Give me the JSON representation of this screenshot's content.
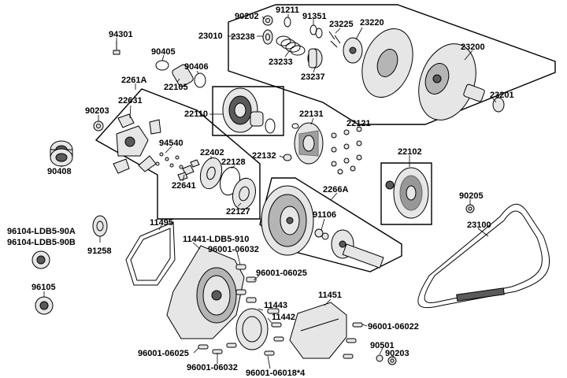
{
  "part_labels": [
    {
      "id": "p90202",
      "text": "90202"
    },
    {
      "id": "p91211",
      "text": "91211"
    },
    {
      "id": "p91351",
      "text": "91351"
    },
    {
      "id": "p23225",
      "text": "23225"
    },
    {
      "id": "p23220",
      "text": "23220"
    },
    {
      "id": "p23010",
      "text": "23010"
    },
    {
      "id": "p23238",
      "text": "23238"
    },
    {
      "id": "p23233",
      "text": "23233"
    },
    {
      "id": "p23237",
      "text": "23237"
    },
    {
      "id": "p23200",
      "text": "23200"
    },
    {
      "id": "p23201",
      "text": "23201"
    },
    {
      "id": "p94301",
      "text": "94301"
    },
    {
      "id": "p90405",
      "text": "90405"
    },
    {
      "id": "p90406",
      "text": "90406"
    },
    {
      "id": "p22105",
      "text": "22105"
    },
    {
      "id": "p2261A",
      "text": "2261A"
    },
    {
      "id": "p22631",
      "text": "22631"
    },
    {
      "id": "p90203a",
      "text": "90203"
    },
    {
      "id": "p22110",
      "text": "22110"
    },
    {
      "id": "p22131",
      "text": "22131"
    },
    {
      "id": "p22121",
      "text": "22121"
    },
    {
      "id": "p94540",
      "text": "94540"
    },
    {
      "id": "p22402",
      "text": "22402"
    },
    {
      "id": "p22128",
      "text": "22128"
    },
    {
      "id": "p22132",
      "text": "22132"
    },
    {
      "id": "p22641",
      "text": "22641"
    },
    {
      "id": "p22127",
      "text": "22127"
    },
    {
      "id": "p90408",
      "text": "90408"
    },
    {
      "id": "p22102",
      "text": "22102"
    },
    {
      "id": "p2266A",
      "text": "2266A"
    },
    {
      "id": "p91106",
      "text": "91106"
    },
    {
      "id": "p90205",
      "text": "90205"
    },
    {
      "id": "p23100",
      "text": "23100"
    },
    {
      "id": "p11495",
      "text": "11495"
    },
    {
      "id": "p96104a",
      "text": "96104-LDB5-90A"
    },
    {
      "id": "p96104b",
      "text": "96104-LDB5-90B"
    },
    {
      "id": "p11441",
      "text": "11441-LDB5-910"
    },
    {
      "id": "p96001_06032a",
      "text": "96001-06032"
    },
    {
      "id": "p91258",
      "text": "91258"
    },
    {
      "id": "p96001_06025a",
      "text": "96001-06025"
    },
    {
      "id": "p96105",
      "text": "96105"
    },
    {
      "id": "p11443",
      "text": "11443"
    },
    {
      "id": "p11451",
      "text": "11451"
    },
    {
      "id": "p11442",
      "text": "11442"
    },
    {
      "id": "p96001_06022",
      "text": "96001-06022"
    },
    {
      "id": "p96001_06025b",
      "text": "96001-06025"
    },
    {
      "id": "p90501",
      "text": "90501"
    },
    {
      "id": "p90203b",
      "text": "90203"
    },
    {
      "id": "p96001_06032b",
      "text": "96001-06032"
    },
    {
      "id": "p96001_06018",
      "text": "96001-06018*4"
    }
  ]
}
